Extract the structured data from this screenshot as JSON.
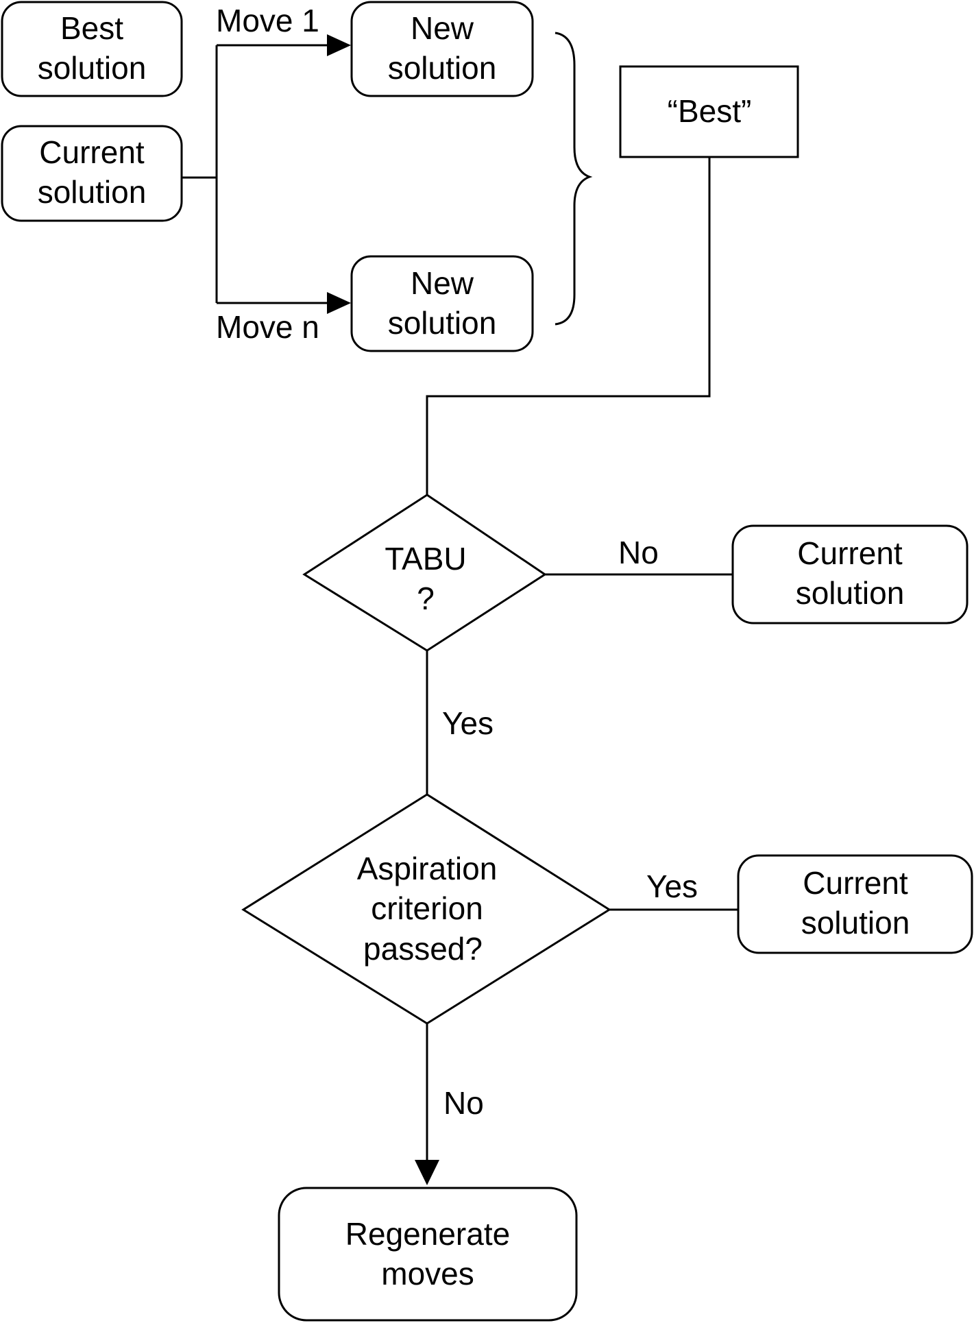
{
  "diagram": {
    "nodes": {
      "best_solution": {
        "line1": "Best",
        "line2": "solution"
      },
      "current_solution_start": {
        "line1": "Current",
        "line2": "solution"
      },
      "new_solution_1": {
        "line1": "New",
        "line2": "solution"
      },
      "new_solution_n": {
        "line1": "New",
        "line2": "solution"
      },
      "best_quoted": {
        "label": "“Best”"
      },
      "tabu_decision": {
        "line1": "TABU",
        "line2": "?"
      },
      "current_solution_tabu_no": {
        "line1": "Current",
        "line2": "solution"
      },
      "aspiration_decision": {
        "line1": "Aspiration",
        "line2": "criterion",
        "line3": "passed?"
      },
      "current_solution_aspiration_yes": {
        "line1": "Current",
        "line2": "solution"
      },
      "regenerate_moves": {
        "line1": "Regenerate",
        "line2": "moves"
      }
    },
    "edges": {
      "move_1": "Move 1",
      "move_n": "Move n",
      "tabu_no": "No",
      "tabu_yes": "Yes",
      "aspiration_yes": "Yes",
      "aspiration_no": "No"
    }
  }
}
